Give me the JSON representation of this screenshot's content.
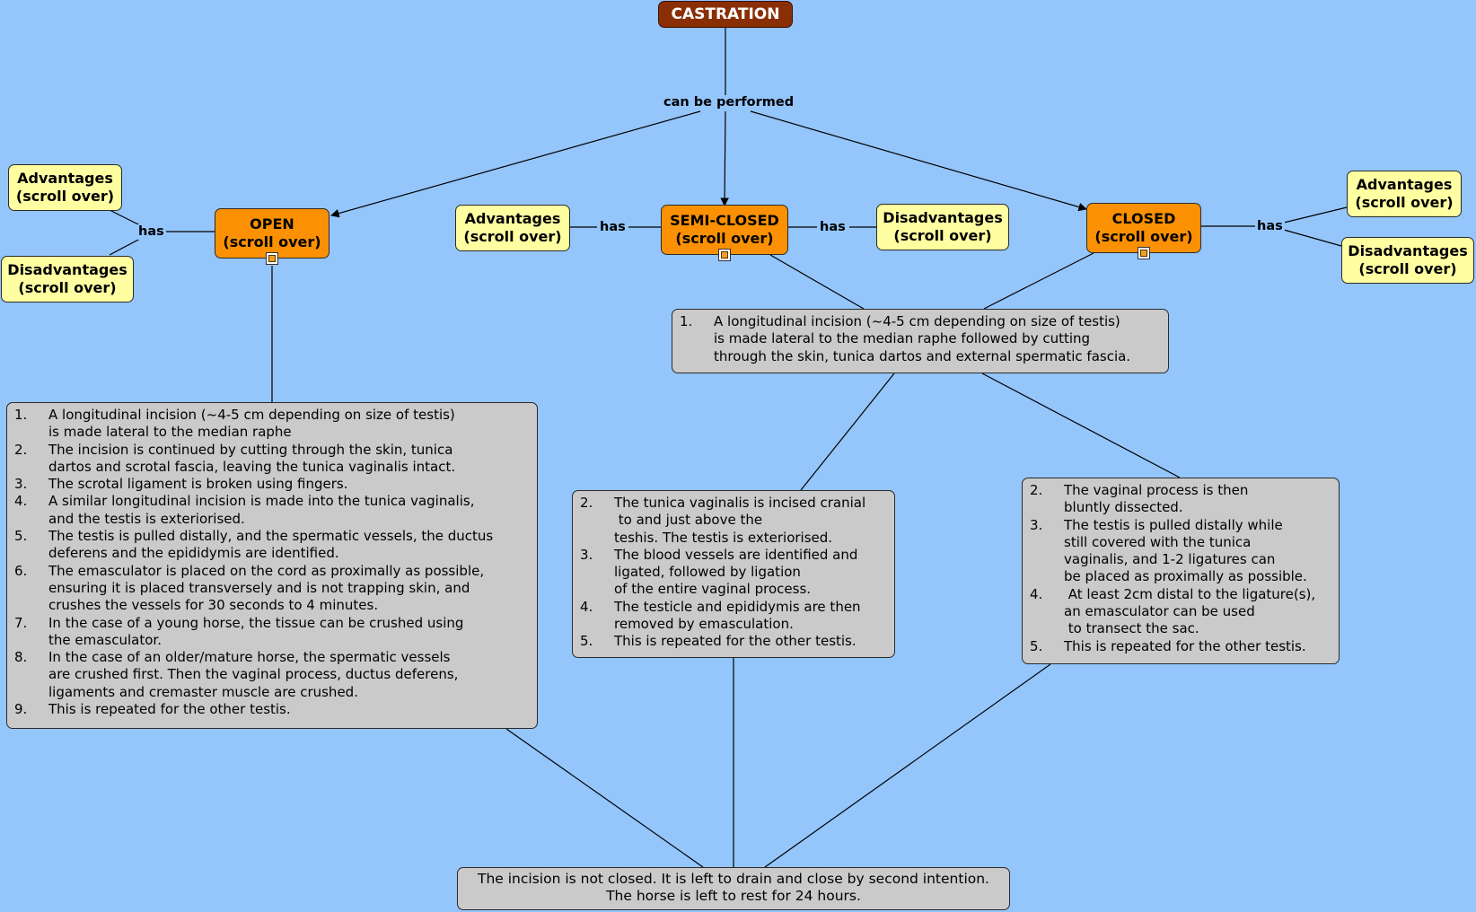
{
  "root": {
    "label": "CASTRATION"
  },
  "linking": {
    "can_be_performed": "can be performed",
    "has": "has"
  },
  "methods": {
    "open": {
      "line1": "OPEN",
      "line2": "(scroll over)"
    },
    "semi_closed": {
      "line1": "SEMI-CLOSED",
      "line2": "(scroll over)"
    },
    "closed": {
      "line1": "CLOSED",
      "line2": "(scroll over)"
    }
  },
  "pros_cons": {
    "advantages": {
      "line1": "Advantages",
      "line2": "(scroll over)"
    },
    "disadvantages": {
      "line1": "Disadvantages",
      "line2": "(scroll over)"
    }
  },
  "shared_step": [
    {
      "num": "1.",
      "text": "A longitudinal incision (~4-5 cm depending on size of testis)\nis made lateral to the median raphe followed by cutting\nthrough the skin, tunica dartos and external spermatic fascia."
    }
  ],
  "open_steps": [
    {
      "num": "1.",
      "text": "A longitudinal incision (~4-5 cm depending on size of testis)\nis made lateral to the median raphe"
    },
    {
      "num": "2.",
      "text": "The incision is continued by cutting through the skin, tunica\ndartos and scrotal fascia, leaving the tunica vaginalis intact."
    },
    {
      "num": "3.",
      "text": "The scrotal ligament is broken using fingers."
    },
    {
      "num": "4.",
      "text": "A similar longitudinal incision is made into the tunica vaginalis,\nand the testis is exteriorised."
    },
    {
      "num": "5.",
      "text": "The testis is pulled distally, and the spermatic vessels, the ductus\ndeferens and the epididymis are identified."
    },
    {
      "num": "6.",
      "text": "The emasculator is placed on the cord as proximally as possible,\nensuring it is placed transversely and is not trapping skin, and\ncrushes the vessels for 30 seconds to 4 minutes."
    },
    {
      "num": "7.",
      "text": "In the case of a young horse, the tissue can be crushed using\nthe emasculator."
    },
    {
      "num": "8.",
      "text": "In the case of an older/mature horse, the spermatic vessels\nare crushed first. Then the vaginal process, ductus deferens,\nligaments and cremaster muscle are crushed."
    },
    {
      "num": "9.",
      "text": "This is repeated for the other testis."
    }
  ],
  "semi_closed_steps": [
    {
      "num": "2.",
      "text": "The tunica vaginalis is incised cranial\n to and just above the\nteshis. The testis is exteriorised."
    },
    {
      "num": "3.",
      "text": "The blood vessels are identified and\nligated, followed by ligation\nof the entire vaginal process."
    },
    {
      "num": "4.",
      "text": "The testicle and epididymis are then\nremoved by emasculation."
    },
    {
      "num": "5.",
      "text": "This is repeated for the other testis."
    }
  ],
  "closed_steps": [
    {
      "num": "2.",
      "text": "The vaginal process is then\nbluntly dissected."
    },
    {
      "num": "3.",
      "text": "The testis is pulled distally while\nstill covered with the tunica\nvaginalis, and 1-2 ligatures can\nbe placed as proximally as possible."
    },
    {
      "num": "4.",
      "text": " At least 2cm distal to the ligature(s),\nan emasculator can be used\n to transect the sac."
    },
    {
      "num": "5.",
      "text": "This is repeated for the other testis."
    }
  ],
  "final": {
    "line1": "The incision is not closed. It is left to drain and close by second intention.",
    "line2": "The horse is left to rest for 24 hours."
  },
  "colors": {
    "background": "#94c6fc",
    "root": "#8a2f05",
    "method": "#fb9102",
    "pros_cons": "#ffffa2",
    "step": "#cacaca"
  }
}
